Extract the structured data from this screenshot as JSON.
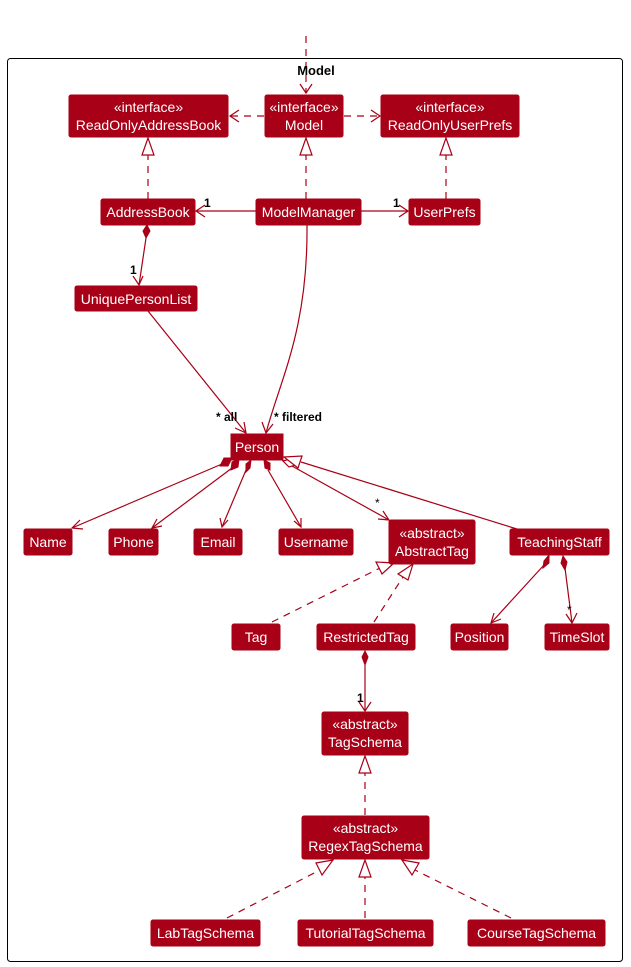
{
  "package": {
    "label": "Model"
  },
  "classes": {
    "readOnlyAddressBook": {
      "stereotype": "«interface»",
      "name": "ReadOnlyAddressBook"
    },
    "model": {
      "stereotype": "«interface»",
      "name": "Model"
    },
    "readOnlyUserPrefs": {
      "stereotype": "«interface»",
      "name": "ReadOnlyUserPrefs"
    },
    "addressBook": {
      "name": "AddressBook"
    },
    "modelManager": {
      "name": "ModelManager"
    },
    "userPrefs": {
      "name": "UserPrefs"
    },
    "uniquePersonList": {
      "name": "UniquePersonList"
    },
    "person": {
      "name": "Person"
    },
    "name": {
      "name": "Name"
    },
    "phone": {
      "name": "Phone"
    },
    "email": {
      "name": "Email"
    },
    "username": {
      "name": "Username"
    },
    "abstractTag": {
      "stereotype": "«abstract»",
      "name": "AbstractTag"
    },
    "teachingStaff": {
      "name": "TeachingStaff"
    },
    "tag": {
      "name": "Tag"
    },
    "restrictedTag": {
      "name": "RestrictedTag"
    },
    "position": {
      "name": "Position"
    },
    "timeSlot": {
      "name": "TimeSlot"
    },
    "tagSchema": {
      "stereotype": "«abstract»",
      "name": "TagSchema"
    },
    "regexTagSchema": {
      "stereotype": "«abstract»",
      "name": "RegexTagSchema"
    },
    "labTagSchema": {
      "name": "LabTagSchema"
    },
    "tutorialTagSchema": {
      "name": "TutorialTagSchema"
    },
    "courseTagSchema": {
      "name": "CourseTagSchema"
    }
  },
  "multiplicities": {
    "mm_to_addressbook": "1",
    "mm_to_userprefs": "1",
    "addressbook_to_upl": "1",
    "upl_to_person": "* all",
    "mm_to_person": "* filtered",
    "person_to_abstracttag": "*",
    "teachingstaff_to_timeslot": "*",
    "restrictedtag_to_tagschema": "1"
  },
  "colors": {
    "class_fill": "#A80016",
    "class_text": "#ffffff",
    "edge": "#A80016",
    "frame": "#000000"
  }
}
